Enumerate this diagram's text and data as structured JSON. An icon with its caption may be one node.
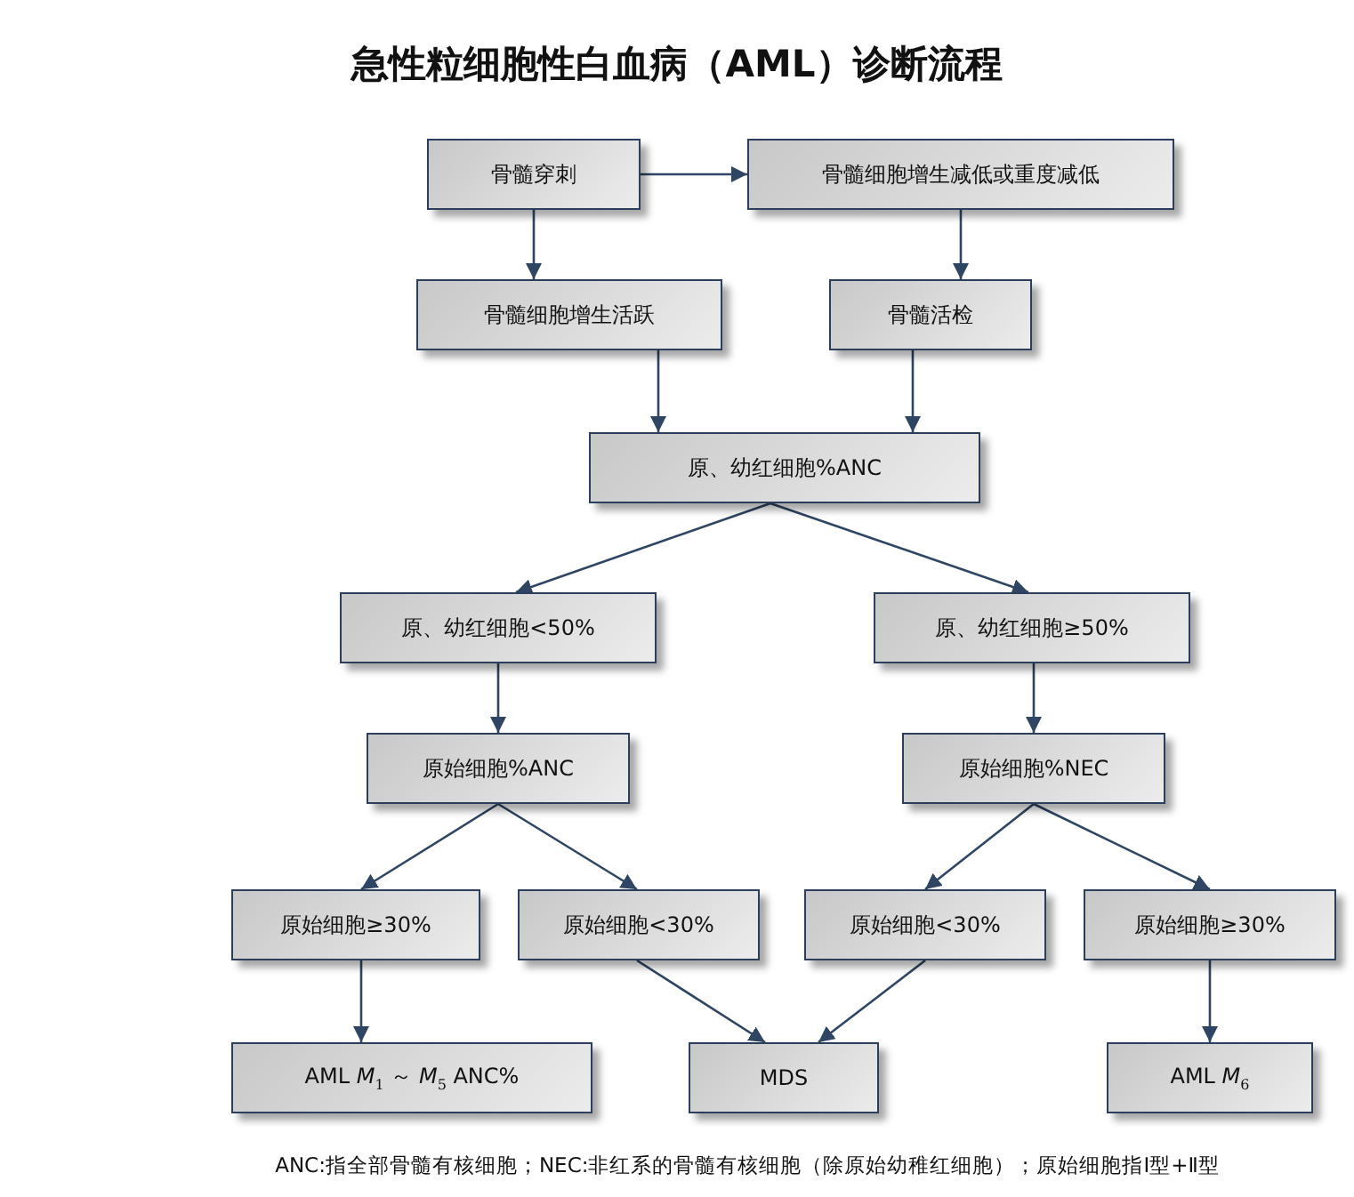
{
  "diagram": {
    "title": "急性粒细胞性白血病（AML）诊断流程",
    "nodes": [
      {
        "text": [
          "骨髓穿刺"
        ]
      },
      {
        "text": [
          "骨髓细胞增生减低或重度减低"
        ]
      },
      {
        "text": [
          "骨髓细胞增生活跃"
        ]
      },
      {
        "text": [
          "骨髓活检"
        ]
      },
      {
        "text": [
          "原、幼红细胞%ANC"
        ]
      },
      {
        "text": [
          "原、幼红细胞<50%"
        ]
      },
      {
        "text": [
          "原、幼红细胞≥50%"
        ]
      },
      {
        "text": [
          "原始细胞%ANC"
        ]
      },
      {
        "text": [
          "原始细胞%NEC"
        ]
      },
      {
        "text": [
          "原始细胞≥30%"
        ]
      },
      {
        "text": [
          "原始细胞<30%"
        ]
      },
      {
        "text": [
          "原始细胞<30%"
        ]
      },
      {
        "text": [
          "原始细胞≥30%"
        ]
      },
      {
        "text": [
          "AML *M*$_{1}$ ～ *M*$_{5}$ ANC%"
        ]
      },
      {
        "text": [
          "MDS"
        ]
      },
      {
        "text": [
          "AML *M*$_{6}$"
        ]
      }
    ],
    "edges": [
      {
        "from": 0,
        "to": 1,
        "arrow": "to"
      },
      {
        "from": 0,
        "to": 2,
        "arrow": "to"
      },
      {
        "from": 1,
        "to": 3,
        "arrow": "to"
      },
      {
        "from": 2,
        "to": 4,
        "arrow": "to"
      },
      {
        "from": 3,
        "to": 4,
        "arrow": "to"
      },
      {
        "from": 4,
        "to": 5,
        "arrow": "to"
      },
      {
        "from": 4,
        "to": 6,
        "arrow": "to"
      },
      {
        "from": 5,
        "to": 7,
        "arrow": "to"
      },
      {
        "from": 6,
        "to": 8,
        "arrow": "to"
      },
      {
        "from": 7,
        "to": 9,
        "arrow": "to"
      },
      {
        "from": 7,
        "to": 10,
        "arrow": "to"
      },
      {
        "from": 8,
        "to": 11,
        "arrow": "to"
      },
      {
        "from": 8,
        "to": 12,
        "arrow": "to"
      },
      {
        "from": 9,
        "to": 13,
        "arrow": "to"
      },
      {
        "from": 10,
        "to": 14,
        "arrow": "to"
      },
      {
        "from": 11,
        "to": 14,
        "arrow": "to"
      },
      {
        "from": 12,
        "to": 15,
        "arrow": "to"
      }
    ],
    "labels": [
      "ANC:指全部骨髓有核细胞；NEC:非红系的骨髓有核细胞（除原始幼稚红细胞）；原始细胞指Ⅰ型+Ⅱ型"
    ]
  }
}
